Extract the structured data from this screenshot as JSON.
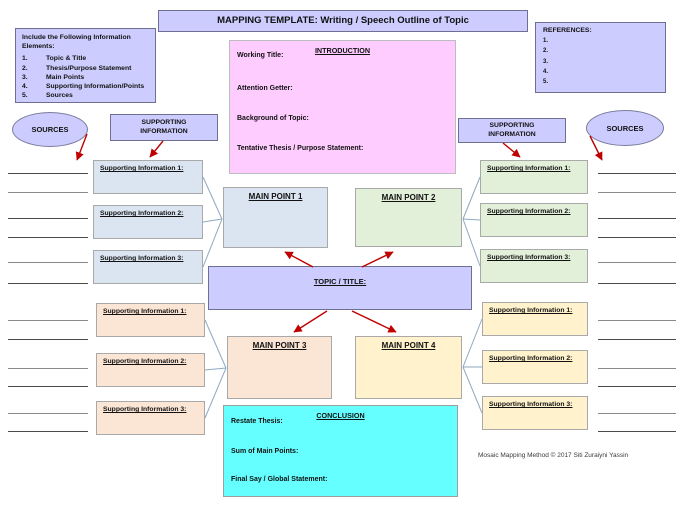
{
  "title": "MAPPING TEMPLATE: Writing / Speech Outline of Topic",
  "info_box": {
    "heading": "Include the Following Information Elements:",
    "items": [
      {
        "num": "1.",
        "label": "Topic & Title"
      },
      {
        "num": "2.",
        "label": "Thesis/Purpose Statement"
      },
      {
        "num": "3.",
        "label": "Main Points"
      },
      {
        "num": "4.",
        "label": "Supporting Information/Points"
      },
      {
        "num": "5.",
        "label": "Sources"
      }
    ]
  },
  "references": {
    "heading": "REFERENCES:",
    "items": [
      "1.",
      "2.",
      "3.",
      "4.",
      "5."
    ]
  },
  "sources_label": "SOURCES",
  "supporting_header": {
    "line1": "SUPPORTING",
    "line2": "INFORMATION"
  },
  "introduction": {
    "heading": "INTRODUCTION",
    "fields": [
      "Working Title:",
      "Attention Getter:",
      "Background of Topic:",
      "Tentative Thesis / Purpose Statement:"
    ]
  },
  "topic_title": "TOPIC / TITLE:",
  "main_points": [
    "MAIN POINT 1",
    "MAIN POINT 2",
    "MAIN POINT 3",
    "MAIN POINT 4"
  ],
  "supporting_items": [
    "Supporting Information 1:",
    "Supporting Information 2:",
    "Supporting Information 3:"
  ],
  "conclusion": {
    "heading": "CONCLUSION",
    "fields": [
      "Restate Thesis:",
      "Sum of Main Points:",
      "Final Say / Global Statement:"
    ]
  },
  "credit": "Mosaic Mapping Method © 2017 Siti Zuraiyni Yassin",
  "colors": {
    "lavender": "#ccccfe",
    "pink": "#ffccff",
    "light_blue": "#dbe5f1",
    "light_green": "#e2efd9",
    "salmon": "#fbe5d5",
    "light_yellow": "#fff2cc",
    "cyan": "#66ffff",
    "arrow_red": "#c00000",
    "connector_blue": "#8ea9c1"
  }
}
